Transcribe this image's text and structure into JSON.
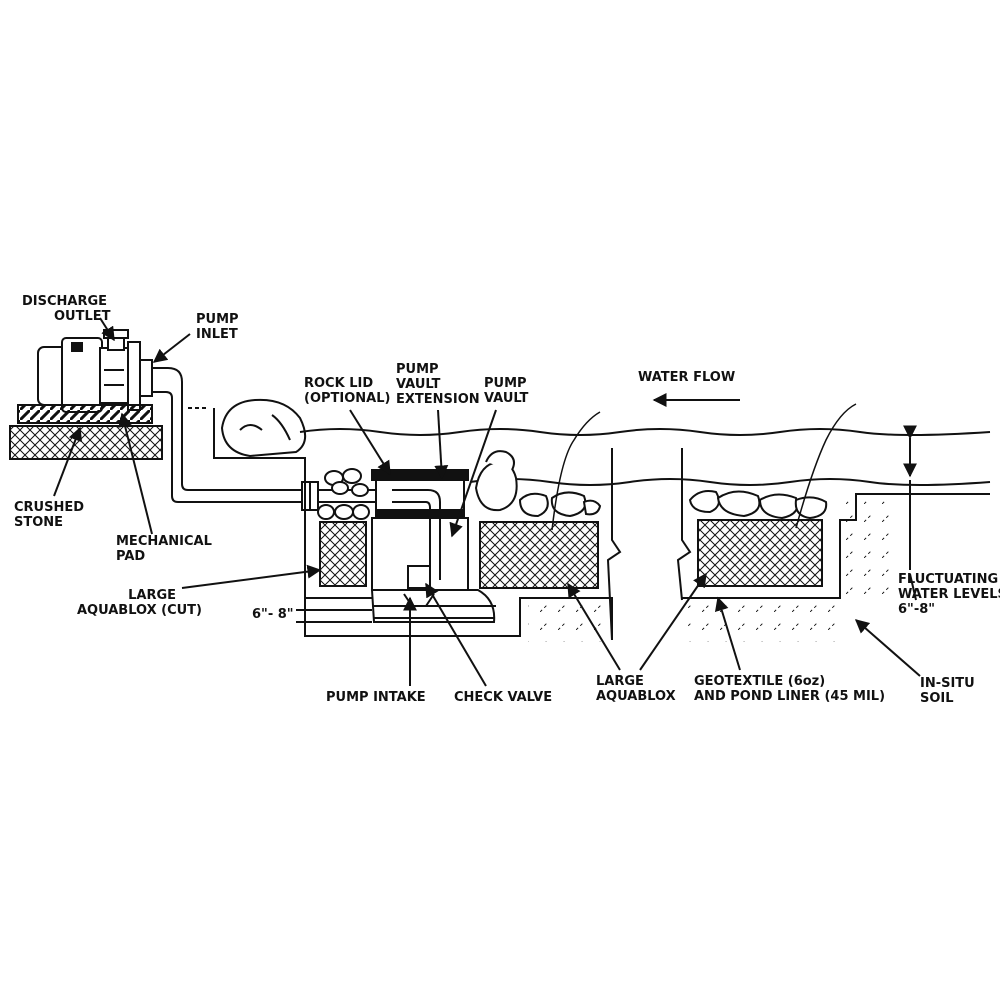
{
  "labels": {
    "discharge_outlet": [
      "DISCHARGE",
      "OUTLET"
    ],
    "pump_inlet": [
      "PUMP",
      "INLET"
    ],
    "rock_lid": [
      "ROCK LID",
      "(OPTIONAL)"
    ],
    "pump_vault_extension": [
      "PUMP",
      "VAULT",
      "EXTENSION"
    ],
    "pump_vault": [
      "PUMP",
      "VAULT"
    ],
    "water_flow": "WATER FLOW",
    "crushed_stone": [
      "CRUSHED",
      "STONE"
    ],
    "mechanical_pad": [
      "MECHANICAL",
      "PAD"
    ],
    "large_aquablox_cut": [
      "LARGE",
      "AQUABLOX (CUT)"
    ],
    "depth_6_8": "6\"- 8\"",
    "pump_intake": "PUMP INTAKE",
    "check_valve": "CHECK VALVE",
    "large_aquablox": [
      "LARGE",
      "AQUABLOX"
    ],
    "geotextile": [
      "GEOTEXTILE (6oz)",
      "AND POND LINER (45 MIL)"
    ],
    "fluctuating_water_levels": [
      "FLUCTUATING",
      "WATER LEVELS",
      "6\"-8\""
    ],
    "in_situ_soil": [
      "IN-SITU",
      "SOIL"
    ]
  },
  "colors": {
    "line": "#111111",
    "background": "#ffffff"
  }
}
